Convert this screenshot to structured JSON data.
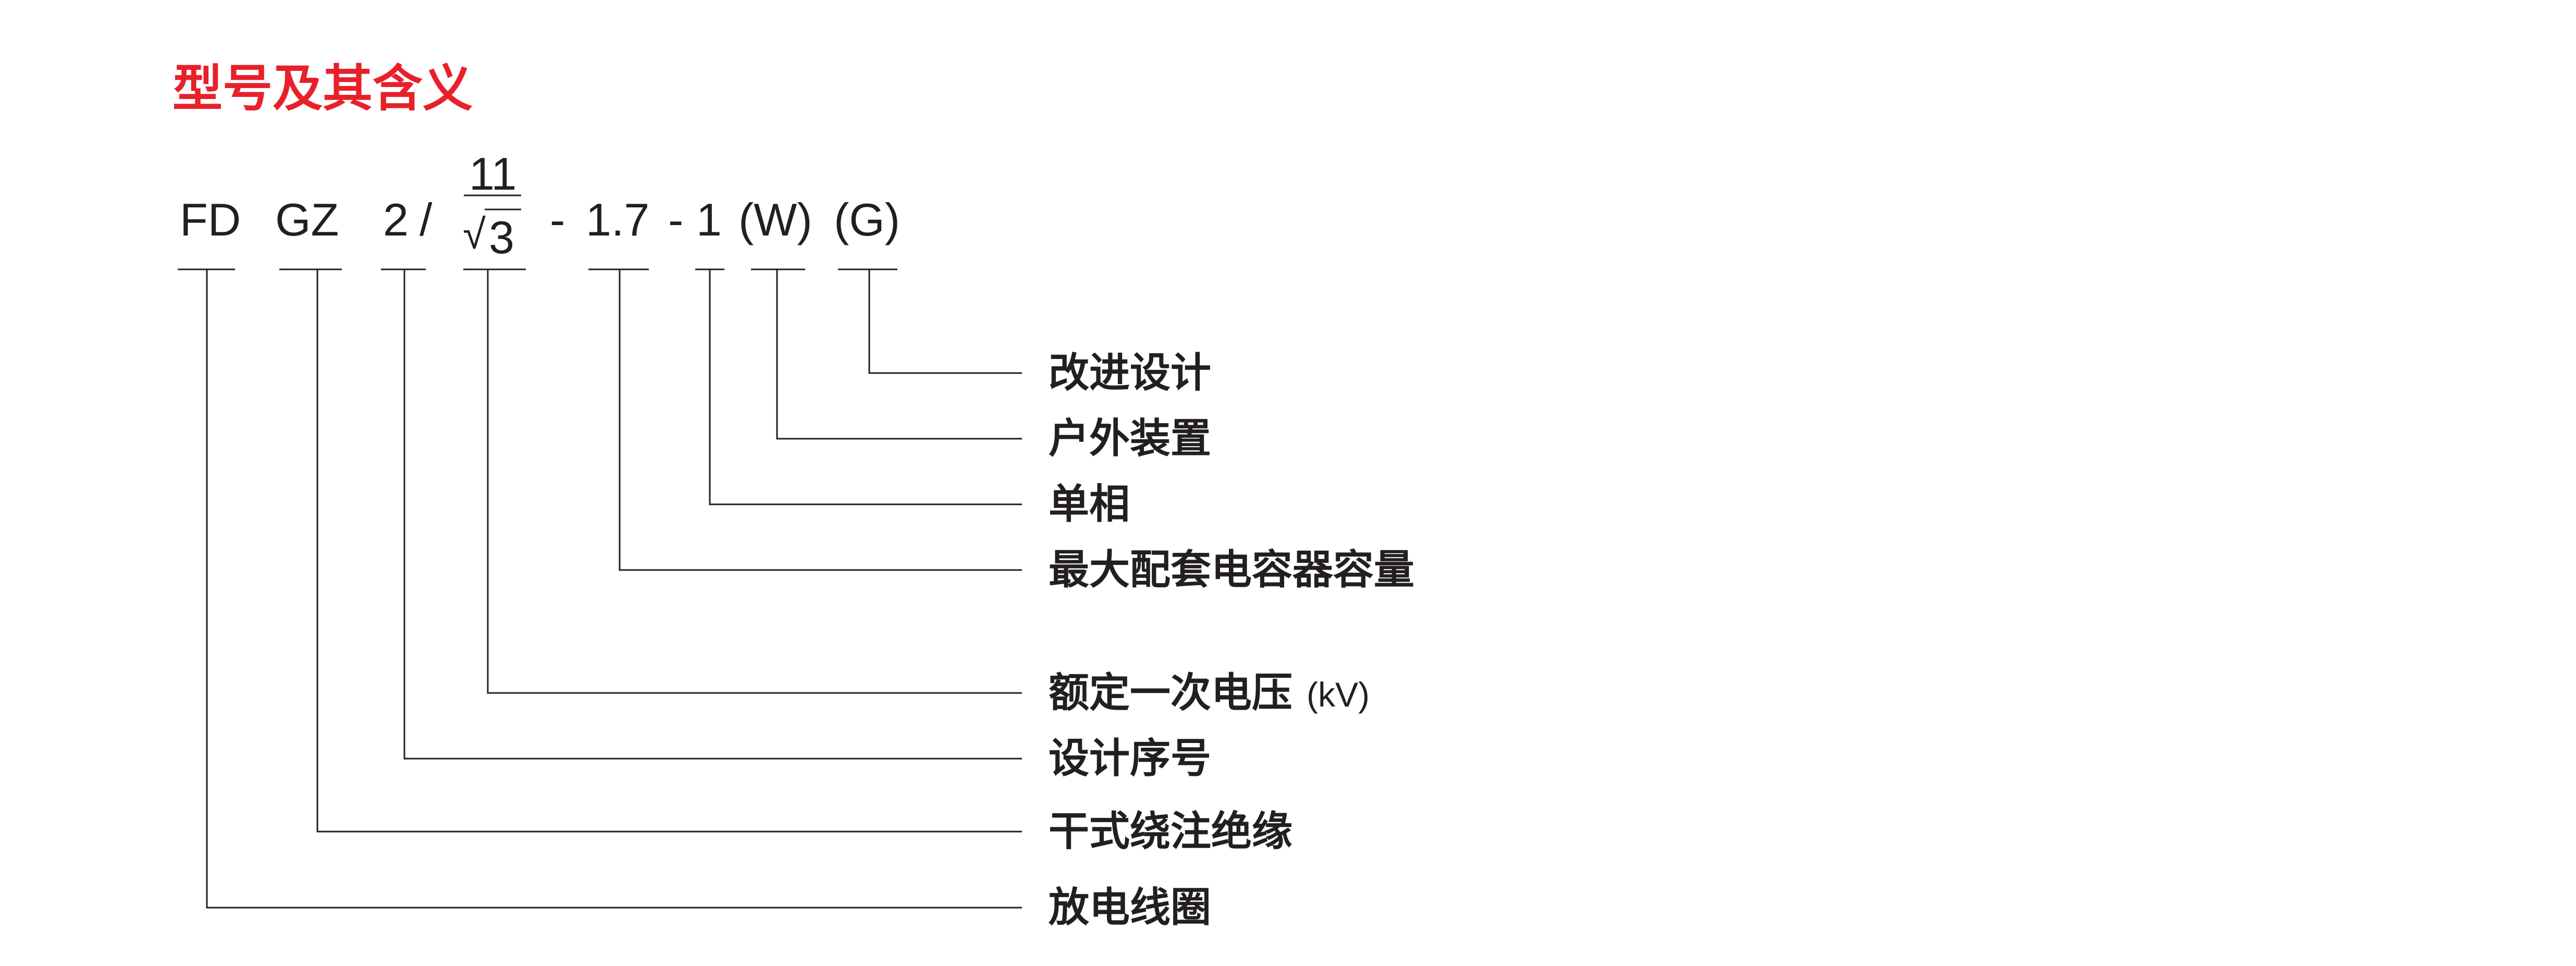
{
  "title": "型号及其含义",
  "model_code": {
    "fd": "FD",
    "gz": "GZ",
    "design_no": "2",
    "slash": "/",
    "numerator": "11",
    "sqrt_sign": "√",
    "denominator": "3",
    "dash1": "-",
    "capacity": "1.7",
    "dash2": "-",
    "phase": "1",
    "outdoor": "(W)",
    "improved": "(G)"
  },
  "labels": {
    "improved": "改进设计",
    "outdoor": "户外装置",
    "phase": "单相",
    "capacity": "最大配套电容器容量",
    "voltage": "额定一次电压",
    "voltage_unit": "(kV)",
    "design_no": "设计序号",
    "insulation": "干式绕注绝缘",
    "coil": "放电线圈"
  },
  "colors": {
    "title": "#e8202a",
    "text": "#231f20"
  }
}
